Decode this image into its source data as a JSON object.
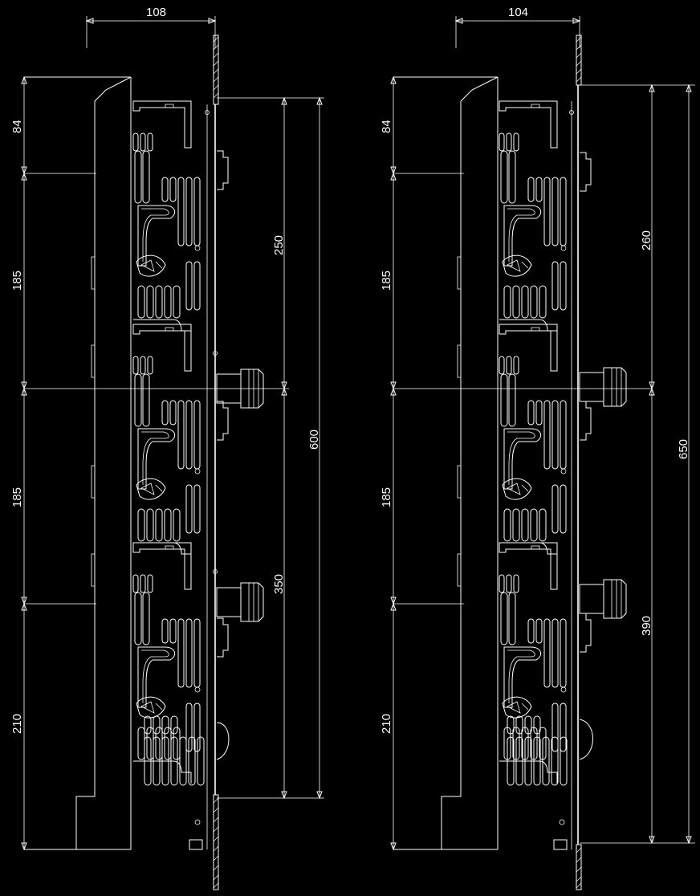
{
  "views": [
    {
      "id": "left",
      "width_dim": "108",
      "dims_left": [
        "84",
        "185",
        "185",
        "210"
      ],
      "dims_right_inner": [
        "250",
        "350"
      ],
      "dims_right_outer": "600"
    },
    {
      "id": "right",
      "width_dim": "104",
      "dims_left": [
        "84",
        "185",
        "185",
        "210"
      ],
      "dims_right_inner": [
        "260",
        "390"
      ],
      "dims_right_outer": "650"
    }
  ],
  "colors": {
    "background": "#000000",
    "lines": "#ffffff"
  }
}
